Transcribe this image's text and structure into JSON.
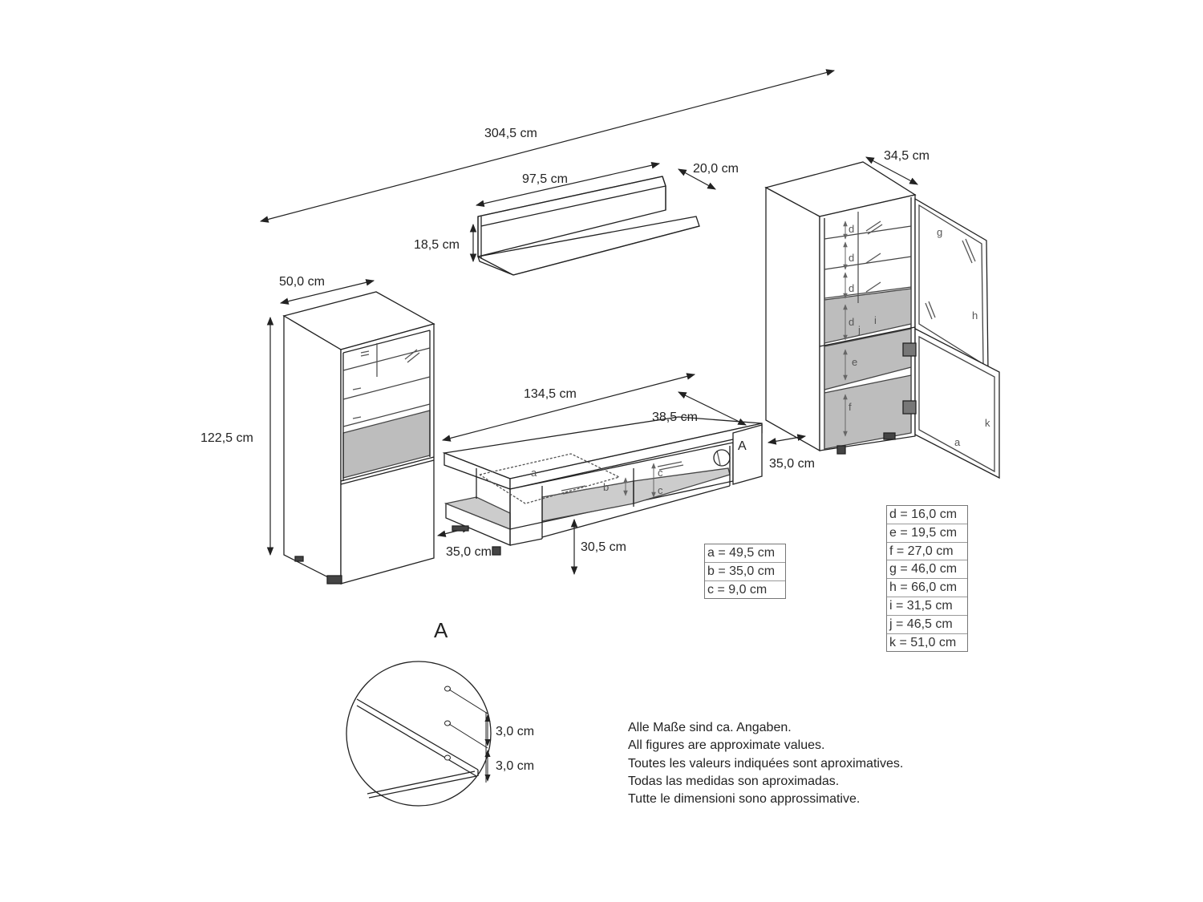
{
  "dimensions": {
    "total_width": "304,5 cm",
    "shelf_width": "97,5 cm",
    "shelf_depth": "20,0 cm",
    "shelf_height": "18,5 cm",
    "left_cabinet_width": "50,0 cm",
    "left_cabinet_height": "122,5 cm",
    "left_cabinet_depth": "35,0 cm",
    "tv_board_width": "134,5 cm",
    "tv_board_depth": "38,5 cm",
    "tv_board_height": "30,5 cm",
    "right_cabinet_width": "34,5 cm",
    "right_cabinet_depth": "35,0 cm",
    "detail_spacing_1": "3,0 cm",
    "detail_spacing_2": "3,0 cm"
  },
  "markers": {
    "detail_ref": "A",
    "detail_title": "A"
  },
  "part_labels": {
    "a": "a",
    "b": "b",
    "c": "c",
    "d": "d",
    "e": "e",
    "f": "f",
    "g": "g",
    "h": "h",
    "i": "i",
    "j": "j",
    "k": "k"
  },
  "legend_table": [
    "a = 49,5 cm",
    "b = 35,0 cm",
    "c =   9,0 cm"
  ],
  "legend_cabinet": [
    "d = 16,0 cm",
    "e = 19,5 cm",
    "f  = 27,0 cm",
    "g = 46,0 cm",
    "h = 66,0 cm",
    "i  = 31,5 cm",
    "j  = 46,5 cm",
    "k = 51,0 cm"
  ],
  "notes": [
    "Alle Maße sind ca. Angaben.",
    "All figures are approximate values.",
    "Toutes les valeurs indiquées sont aproximatives.",
    "Todas las medidas son aproximadas.",
    "Tutte le dimensioni sono approssimative."
  ]
}
